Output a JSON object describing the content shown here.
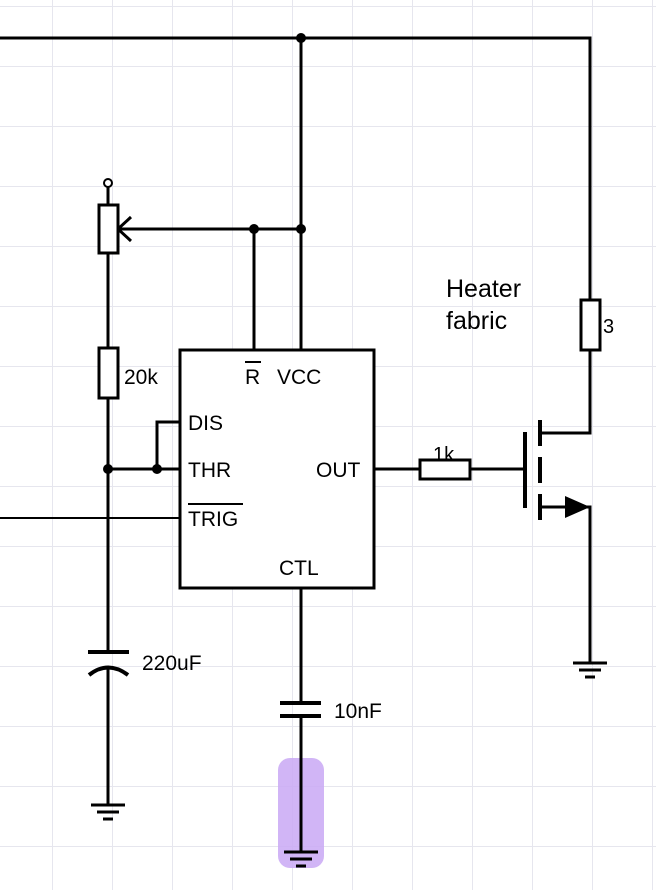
{
  "ic": {
    "pins": {
      "reset": "R",
      "vcc": "VCC",
      "dis": "DIS",
      "thr": "THR",
      "trig": "TRIG",
      "out": "OUT",
      "ctl": "CTL"
    }
  },
  "components": {
    "resistor_20k": "20k",
    "resistor_1k": "1k",
    "resistor_heater": "3",
    "cap_220": "220uF",
    "cap_10n": "10nF"
  },
  "annotations": {
    "heater_line1": "Heater",
    "heater_line2": "fabric"
  },
  "colors": {
    "grid": "#e6e6ee",
    "highlight": "#c9a8f5",
    "stroke": "#000000"
  }
}
